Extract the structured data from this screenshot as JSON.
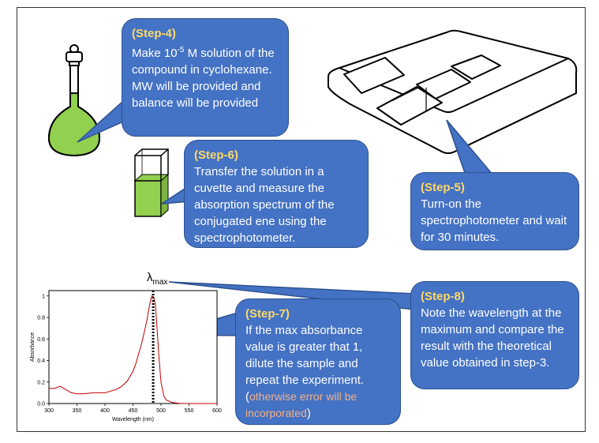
{
  "colors": {
    "callout_fill": "#4472C4",
    "step_title": "#FFD966",
    "note_text": "#F4B183",
    "liquid": "#92D050",
    "curve": "#C00000"
  },
  "steps": {
    "step4": {
      "title": "(Step-4)",
      "text_pre": "Make 10",
      "exponent": "-5",
      "text_post": " M solution of the compound in cyclohexane. MW will be provided and balance will be provided"
    },
    "step5": {
      "title": "(Step-5)",
      "text": "Turn-on the spectrophotometer and wait for 30 minutes."
    },
    "step6": {
      "title": "(Step-6)",
      "text": "Transfer the solution in a cuvette and measure the absorption spectrum of the conjugated ene using the spectrophotometer."
    },
    "step7": {
      "title": "(Step-7)",
      "text": "If the max absorbance value is greater that 1, dilute the sample and repeat the experiment.",
      "note_open": "(",
      "note": "otherwise error will be incorporated",
      "note_close": ")"
    },
    "step8": {
      "title": "(Step-8)",
      "text": "Note the wavelength at the maximum and compare the result with the theoretical value obtained in step-3."
    }
  },
  "lambda_label": {
    "symbol": "λ",
    "sub": "max"
  },
  "icons": [
    "volumetric-flask-icon",
    "cuvette-icon",
    "spectrophotometer-icon"
  ],
  "chart_data": {
    "type": "line",
    "xlabel": "Wavelength (nm)",
    "ylabel": "Absorbance",
    "xlim": [
      300,
      600
    ],
    "ylim": [
      0,
      1.05
    ],
    "x_ticks": [
      "300",
      "350",
      "400",
      "450",
      "500",
      "550",
      "600"
    ],
    "y_ticks": [
      "0.0",
      "0.2",
      "0.4",
      "0.6",
      "0.8",
      "1"
    ],
    "series": [
      {
        "x": [
          300,
          310,
          320,
          330,
          340,
          350,
          360,
          380,
          400,
          420,
          430,
          440,
          450,
          455,
          460,
          465,
          470,
          475,
          478,
          481,
          484,
          487,
          490,
          493,
          496,
          500,
          505,
          510,
          520,
          535,
          550,
          570,
          600
        ],
        "y": [
          0.14,
          0.14,
          0.16,
          0.13,
          0.1,
          0.09,
          0.09,
          0.1,
          0.1,
          0.13,
          0.16,
          0.21,
          0.3,
          0.37,
          0.46,
          0.55,
          0.66,
          0.78,
          0.87,
          0.95,
          1.0,
          0.99,
          0.92,
          0.7,
          0.45,
          0.2,
          0.07,
          0.03,
          0.01,
          0.0,
          0.0,
          0.0,
          0.0
        ]
      }
    ],
    "marker_x": 486
  }
}
